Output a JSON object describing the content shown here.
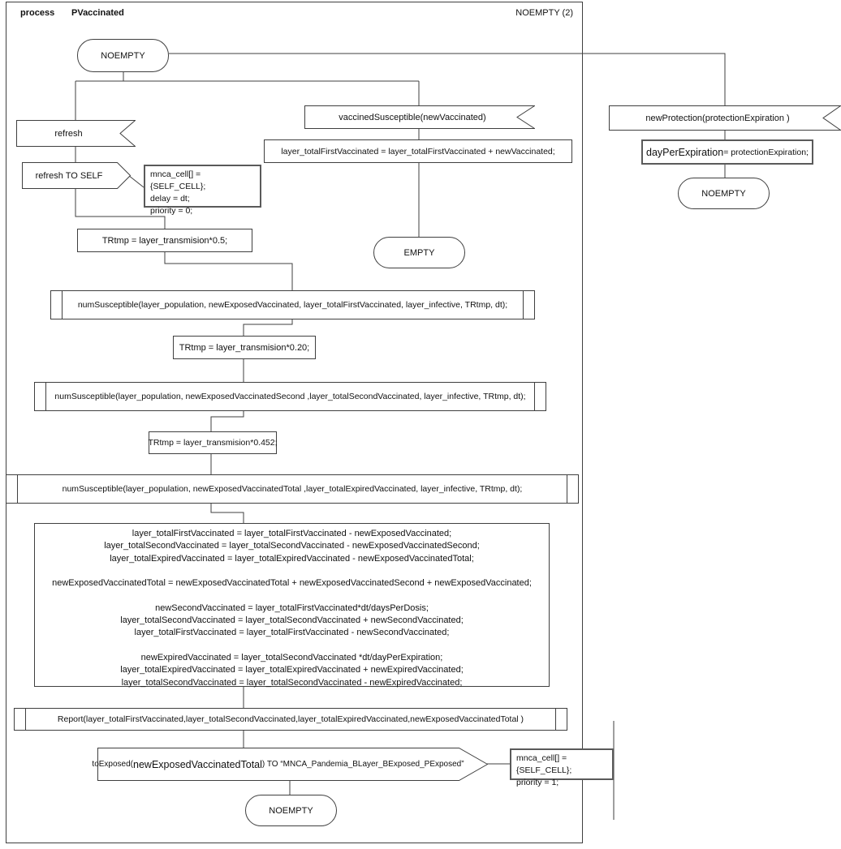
{
  "header": {
    "process_label": "process",
    "process_name": "PVaccinated",
    "state_count_label": "NOEMPTY (2)"
  },
  "colors": {
    "stroke": "#3f3f3f",
    "background": "#ffffff",
    "text": "#111111"
  },
  "states": {
    "start": "NOEMPTY",
    "empty_end": "EMPTY",
    "right_end": "NOEMPTY",
    "bottom_end": "NOEMPTY"
  },
  "signals": {
    "refresh_receive": "refresh",
    "refresh_send": "refresh TO SELF",
    "vaccined_receive": "vaccinedSusceptible(newVaccinated)",
    "new_protection_receive": "newProtection(protectionExpiration )",
    "to_exposed_pre": "toExposed(",
    "to_exposed_arg": "newExposedVaccinatedTotal",
    "to_exposed_post": ") TO “MNCA_Pandemia_BLayer_BExposed_PExposed”"
  },
  "notes": {
    "refresh_params": [
      "mnca_cell[] = {SELF_CELL};",
      "delay = dt;",
      "priority = 0;"
    ],
    "to_exposed_params": [
      "mnca_cell[] = {SELF_CELL};",
      "priority = 1;"
    ]
  },
  "actions": {
    "trtmp_1": "TRtmp = layer_transmision*0.5;",
    "trtmp_2": "TRtmp = layer_transmision*0.20;",
    "trtmp_3": "TRtmp = layer_transmision*0.452;",
    "add_new_vaccinated": "layer_totalFirstVaccinated = layer_totalFirstVaccinated + newVaccinated;",
    "day_per_expiration_lhs": "dayPerExpiration",
    "day_per_expiration_rhs": " = protectionExpiration;",
    "update_block": [
      "layer_totalFirstVaccinated = layer_totalFirstVaccinated - newExposedVaccinated;",
      "layer_totalSecondVaccinated = layer_totalSecondVaccinated - newExposedVaccinatedSecond;",
      "layer_totalExpiredVaccinated = layer_totalExpiredVaccinated - newExposedVaccinatedTotal;",
      "",
      "newExposedVaccinatedTotal = newExposedVaccinatedTotal + newExposedVaccinatedSecond  + newExposedVaccinated;",
      "",
      "newSecondVaccinated = layer_totalFirstVaccinated*dt/daysPerDosis;",
      "layer_totalSecondVaccinated = layer_totalSecondVaccinated + newSecondVaccinated;",
      "layer_totalFirstVaccinated = layer_totalFirstVaccinated - newSecondVaccinated;",
      "",
      "newExpiredVaccinated = layer_totalSecondVaccinated *dt/dayPerExpiration;",
      "layer_totalExpiredVaccinated = layer_totalExpiredVaccinated + newExpiredVaccinated;",
      "layer_totalSecondVaccinated = layer_totalSecondVaccinated - newExpiredVaccinated;"
    ]
  },
  "subroutines": {
    "num_susceptible_1": "numSusceptible(layer_population, newExposedVaccinated, layer_totalFirstVaccinated, layer_infective, TRtmp, dt);",
    "num_susceptible_2": "numSusceptible(layer_population, newExposedVaccinatedSecond ,layer_totalSecondVaccinated, layer_infective, TRtmp, dt);",
    "num_susceptible_3": "numSusceptible(layer_population, newExposedVaccinatedTotal ,layer_totalExpiredVaccinated, layer_infective, TRtmp, dt);",
    "report": "Report(layer_totalFirstVaccinated,layer_totalSecondVaccinated,layer_totalExpiredVaccinated,newExposedVaccinatedTotal )"
  }
}
